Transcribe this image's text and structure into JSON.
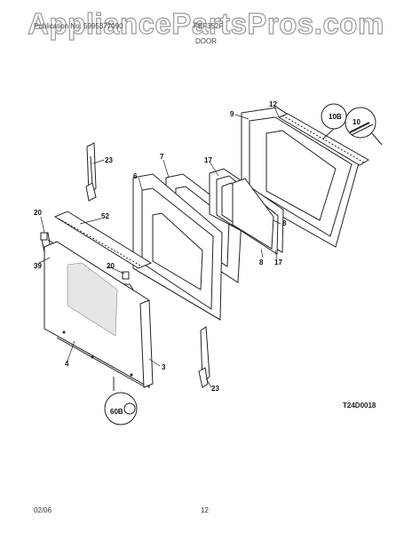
{
  "watermark": "AppliancePartsPros.com",
  "header": {
    "left": "Publication No. 5995377090",
    "right": "FEF352F",
    "title": "DOOR"
  },
  "footer": {
    "date": "02/06",
    "page": "12"
  },
  "diagram_code": "T24D0018",
  "callouts": {
    "c12": "12",
    "c9": "9",
    "c10b": "10B",
    "c10": "10",
    "c23a": "23",
    "c7": "7",
    "c6": "6",
    "c17a": "17",
    "c20a": "20",
    "c52": "52",
    "c8a": "8",
    "c8b": "8",
    "c17b": "17",
    "c39": "39",
    "c20b": "20",
    "c4": "4",
    "c3": "3",
    "c23b": "23",
    "c60b": "60B"
  }
}
